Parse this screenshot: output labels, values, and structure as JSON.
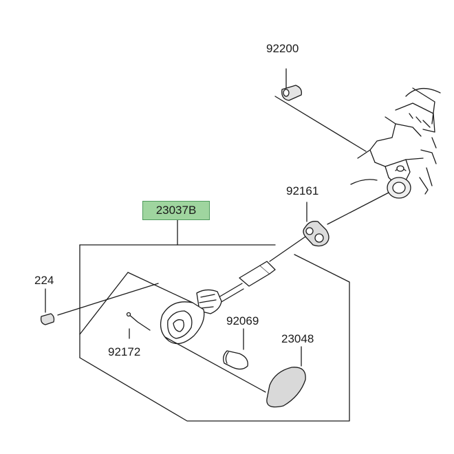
{
  "parts": {
    "p92200": "92200",
    "p92161": "92161",
    "p23037B": "23037B",
    "p224": "224",
    "p92069": "92069",
    "p23048": "23048",
    "p92172": "92172"
  },
  "colors": {
    "line": "#1a1a1a",
    "highlight": "#9fd59f",
    "highlight_border": "#4e9a5c",
    "lens": "#d9d9d9",
    "bracket": "#eeeeee"
  },
  "icons": [
    "frame-bracket-icon",
    "grommet-icon",
    "turn-signal-housing-icon",
    "bulb-icon",
    "lens-icon",
    "screw-icon",
    "bolt-icon",
    "wire-connector-icon"
  ]
}
